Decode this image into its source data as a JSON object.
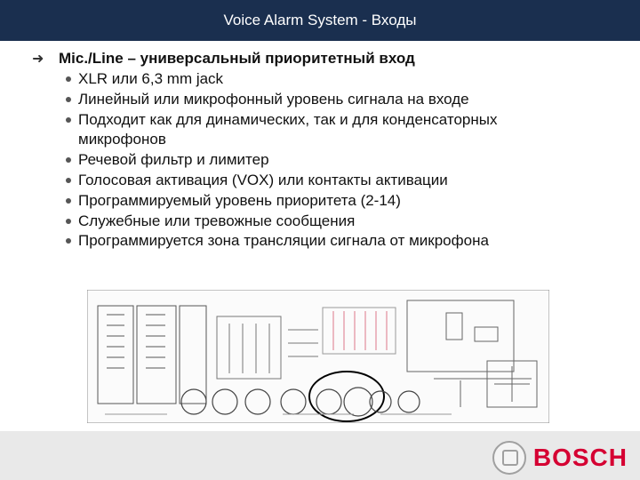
{
  "header": {
    "title": "Voice Alarm System - Входы"
  },
  "main": {
    "heading": "Mic./Line – универсальный приоритетный вход",
    "bullets": [
      "XLR или 6,3 mm jack",
      "Линейный или микрофонный уровень сигнала на входе",
      "Подходит как для динамических, так и для конденсаторных микрофонов",
      "Речевой фильтр и лимитер",
      "Голосовая активация (VOX) или контакты активации",
      "Программируемый уровень приоритета (2-14)",
      "Служебные или тревожные сообщения",
      "Программируется зона трансляции сигнала от микрофона"
    ]
  },
  "icons": {
    "arrow": "arrow-bullet-icon",
    "logo": "bosch-logo-icon"
  },
  "colors": {
    "header_bg": "#1a2f4f",
    "accent": "#d50032",
    "footer_bg": "#e9e9e9"
  },
  "footer": {
    "logo_text": "BOSCH"
  }
}
